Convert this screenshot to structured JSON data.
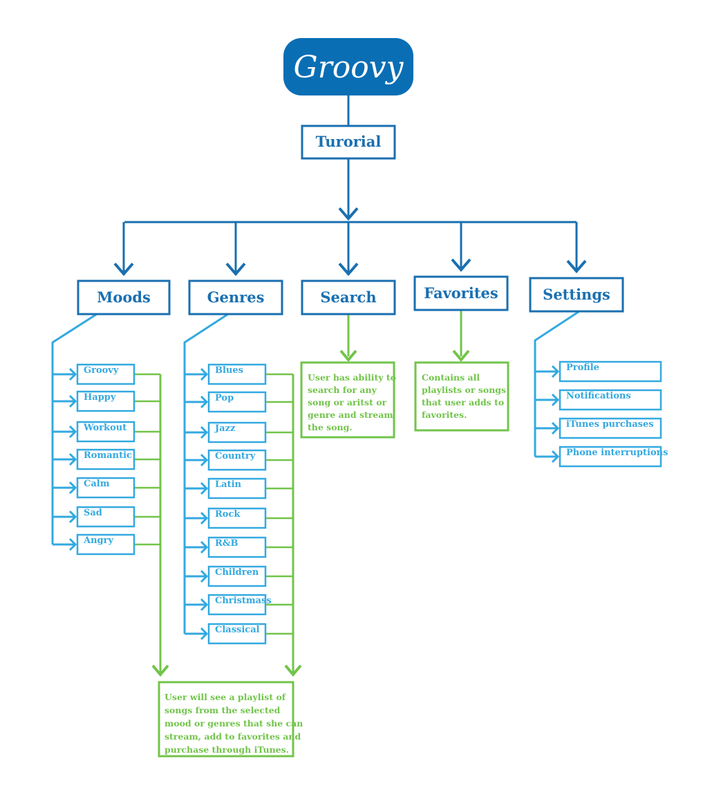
{
  "logo": {
    "text": "Groovy",
    "color": "#0a6eb4"
  },
  "tutorial": {
    "label": "Turorial"
  },
  "colors": {
    "primary": "#1a6fb0",
    "secondary": "#33a9e0",
    "note": "#72c44a"
  },
  "sections": [
    {
      "id": "moods",
      "label": "Moods",
      "items": [
        "Groovy",
        "Happy",
        "Workout",
        "Romantic",
        "Calm",
        "Sad",
        "Angry"
      ]
    },
    {
      "id": "genres",
      "label": "Genres",
      "items": [
        "Blues",
        "Pop",
        "Jazz",
        "Country",
        "Latin",
        "Rock",
        "R&B",
        "Children",
        "Christmass",
        "Classical"
      ]
    },
    {
      "id": "search",
      "label": "Search",
      "note": [
        "User has ability to",
        "search for any",
        "song or aritst or",
        "genre and stream",
        "the song."
      ]
    },
    {
      "id": "favorites",
      "label": "Favorites",
      "note": [
        "Contains all",
        "playlists or songs",
        "that user adds to",
        "favorites."
      ]
    },
    {
      "id": "settings",
      "label": "Settings",
      "items": [
        "Profile",
        "Notifications",
        "iTunes purchases",
        "Phone interruptions"
      ]
    }
  ],
  "playlist_note": [
    "User will see a playlist of",
    "songs from the selected",
    "mood or genres that she can",
    "stream, add to favorites and",
    "purchase through iTunes."
  ]
}
